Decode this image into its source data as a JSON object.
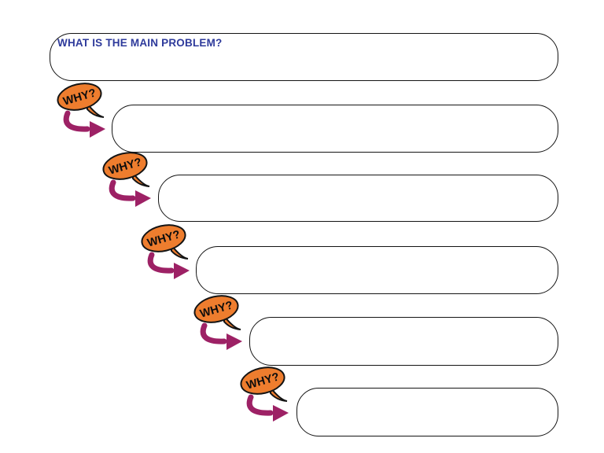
{
  "diagram": {
    "title": "WHAT IS THE MAIN PROBLEM?",
    "why_steps": [
      {
        "label": "WHY?",
        "answer": ""
      },
      {
        "label": "WHY?",
        "answer": ""
      },
      {
        "label": "WHY?",
        "answer": ""
      },
      {
        "label": "WHY?",
        "answer": ""
      },
      {
        "label": "WHY?",
        "answer": ""
      }
    ],
    "colors": {
      "bubble_fill": "#ee7d2e",
      "arrow": "#9d2165",
      "title_text": "#2e3a9b",
      "box_outline": "#141414"
    }
  }
}
